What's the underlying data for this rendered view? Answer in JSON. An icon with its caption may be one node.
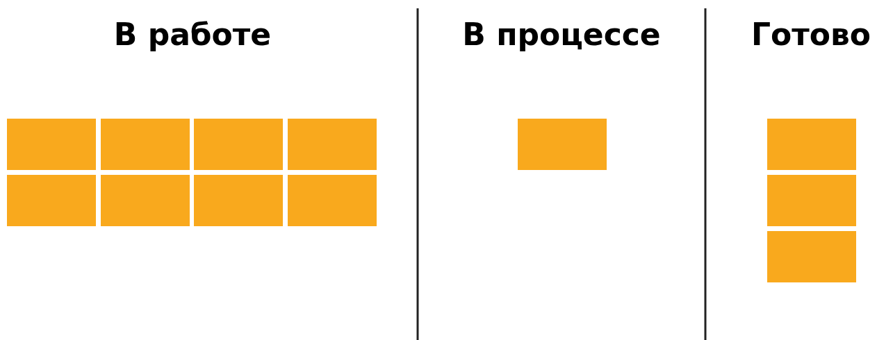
{
  "diagram": {
    "nodes": [
      {
        "text": [],
        "shape": "box"
      },
      {
        "text": [],
        "shape": "box"
      },
      {
        "text": [],
        "shape": "box"
      },
      {
        "text": [],
        "shape": "box"
      },
      {
        "text": [],
        "shape": "box"
      },
      {
        "text": [],
        "shape": "box"
      },
      {
        "text": [],
        "shape": "box"
      },
      {
        "text": [],
        "shape": "box"
      },
      {
        "text": [],
        "shape": "box"
      },
      {
        "text": [],
        "shape": "box"
      },
      {
        "text": [],
        "shape": "box"
      },
      {
        "text": [],
        "shape": "box"
      }
    ],
    "labels": [
      "В работе",
      "В процессе",
      "Готово"
    ]
  }
}
